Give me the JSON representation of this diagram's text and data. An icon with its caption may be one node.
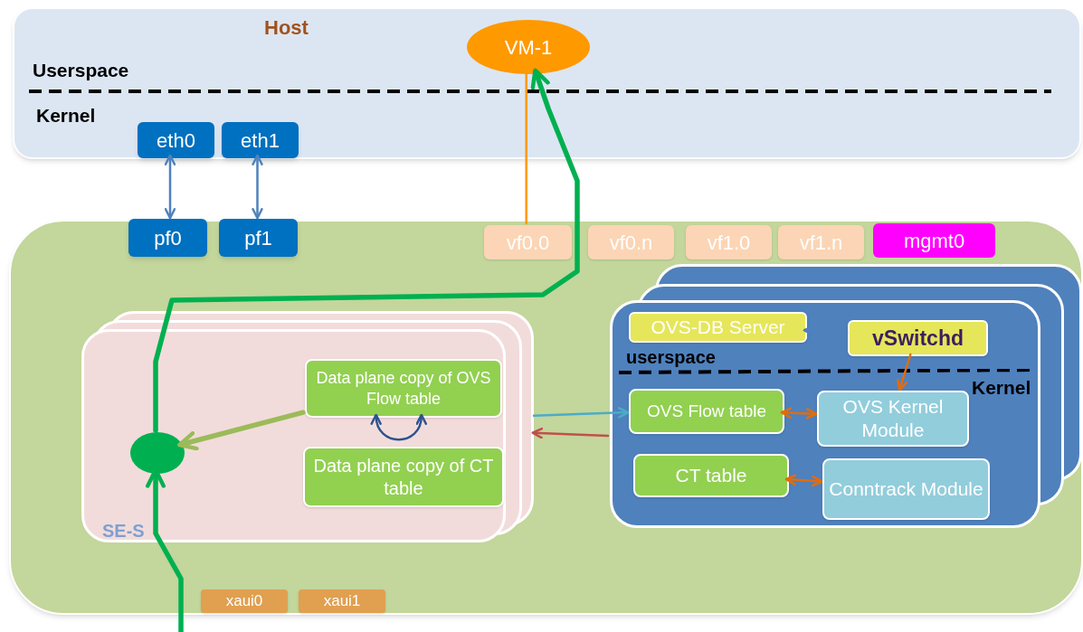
{
  "diagram": {
    "nodes": [
      {
        "text": [
          "Host",
          "Userspace",
          "Kernel"
        ]
      },
      {
        "text": [
          "VM-1"
        ],
        "in": 0
      },
      {
        "text": [
          "eth0"
        ],
        "in": 0
      },
      {
        "text": [
          "eth1"
        ],
        "in": 0
      },
      {
        "text": [],
        "shape": "box"
      },
      {
        "text": [
          "pf0"
        ],
        "in": 4
      },
      {
        "text": [
          "pf1"
        ],
        "in": 4
      },
      {
        "text": [
          "vf0.0"
        ],
        "in": 4
      },
      {
        "text": [
          "vf0.n"
        ],
        "in": 4
      },
      {
        "text": [
          "vf1.0"
        ],
        "in": 4
      },
      {
        "text": [
          "vf1.n"
        ],
        "in": 4
      },
      {
        "text": [
          "mgmt0"
        ],
        "in": 4
      },
      {
        "text": [
          "SE-S"
        ],
        "in": 4
      },
      {
        "text": [],
        "shape": "circle",
        "in": 12
      },
      {
        "text": [
          "Data plane copy of OVS Flow table"
        ],
        "in": 12
      },
      {
        "text": [
          "Data plane copy of CT table"
        ],
        "in": 12
      },
      {
        "text": [
          "userspace",
          "Kernel"
        ],
        "in": 4
      },
      {
        "text": [
          "OVS-DB Server"
        ],
        "in": 16
      },
      {
        "text": [
          "vSwitchd"
        ],
        "in": 16
      },
      {
        "text": [
          "OVS Flow table"
        ],
        "in": 16
      },
      {
        "text": [
          "OVS Kernel Module"
        ],
        "in": 16
      },
      {
        "text": [
          "CT table"
        ],
        "in": 16
      },
      {
        "text": [
          "Conntrack Module"
        ],
        "in": 16
      },
      {
        "text": [
          "xaui0"
        ],
        "in": 4
      },
      {
        "text": [
          "xaui1"
        ],
        "in": 4
      }
    ],
    "edges": [
      {
        "from": 2,
        "to": 5,
        "arrow": "both",
        "color": "#4f81bd"
      },
      {
        "from": 3,
        "to": 6,
        "arrow": "both",
        "color": "#4f81bd"
      },
      {
        "from": 7,
        "to": 1,
        "arrow": "none",
        "color": "#ff9900"
      },
      {
        "from": null,
        "to": 13,
        "arrow": "to",
        "style": "thick",
        "color": "#00b050"
      },
      {
        "from": 13,
        "to": 1,
        "arrow": "to",
        "style": "thick",
        "color": "#00b050"
      },
      {
        "from": 14,
        "to": 13,
        "arrow": "to",
        "style": "thick",
        "color": "#9bbb59"
      },
      {
        "from": 14,
        "to": 14,
        "arrow": "both",
        "color": "#2f528f"
      },
      {
        "from": 12,
        "to": 19,
        "arrow": "to",
        "color": "#4bacc6"
      },
      {
        "from": 16,
        "to": 12,
        "arrow": "to",
        "color": "#c0504d"
      },
      {
        "from": 17,
        "to": 18,
        "arrow": "both",
        "color": "#4f81bd"
      },
      {
        "from": 18,
        "to": 20,
        "arrow": "to",
        "color": "#e36c09"
      },
      {
        "from": 19,
        "to": 20,
        "arrow": "both",
        "color": "#e36c09"
      },
      {
        "from": 21,
        "to": 22,
        "arrow": "both",
        "color": "#e36c09"
      }
    ]
  }
}
